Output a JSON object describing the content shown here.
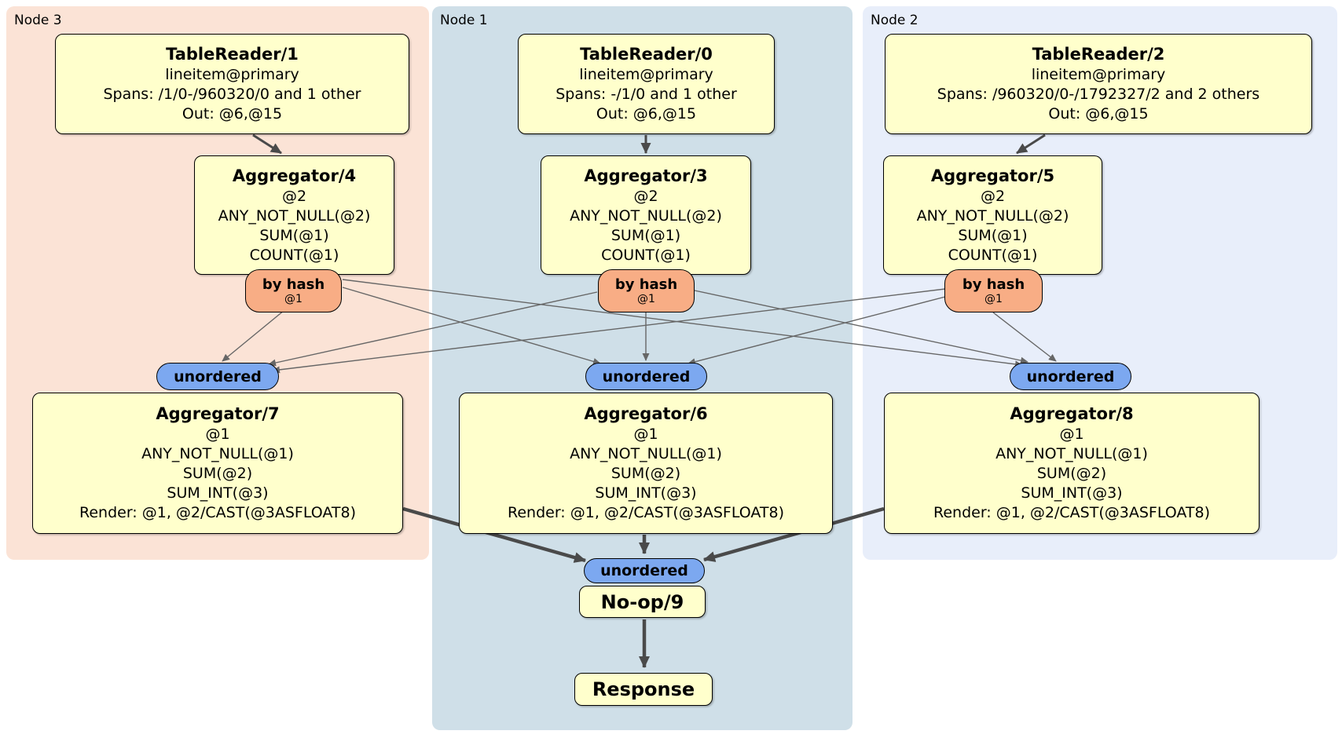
{
  "page": {
    "background": "#ffffff"
  },
  "colors": {
    "node3_bg": "#fbe3d6",
    "node1_bg": "#cfdfe8",
    "node2_bg": "#e8eefa",
    "processor_bg": "#ffffcc",
    "router_bg": "#f8ad85",
    "sync_bg": "#7ca8f0",
    "border": "#000000",
    "edge_thin": "#666666",
    "edge_thick": "#4a4a4a"
  },
  "regions": {
    "node3": {
      "label": "Node 3",
      "table_reader": {
        "title": "TableReader/1",
        "lines": [
          "lineitem@primary",
          "Spans: /1/0-/960320/0 and 1 other",
          "Out: @6,@15"
        ]
      },
      "aggregator_top": {
        "title": "Aggregator/4",
        "lines": [
          "@2",
          "ANY_NOT_NULL(@2)",
          "SUM(@1)",
          "COUNT(@1)"
        ]
      },
      "router": {
        "label": "by hash",
        "detail": "@1"
      },
      "sync": {
        "label": "unordered"
      },
      "aggregator_bottom": {
        "title": "Aggregator/7",
        "lines": [
          "@1",
          "ANY_NOT_NULL(@1)",
          "SUM(@2)",
          "SUM_INT(@3)",
          "Render: @1, @2/CAST(@3ASFLOAT8)"
        ]
      }
    },
    "node1": {
      "label": "Node 1",
      "table_reader": {
        "title": "TableReader/0",
        "lines": [
          "lineitem@primary",
          "Spans: -/1/0 and 1 other",
          "Out: @6,@15"
        ]
      },
      "aggregator_top": {
        "title": "Aggregator/3",
        "lines": [
          "@2",
          "ANY_NOT_NULL(@2)",
          "SUM(@1)",
          "COUNT(@1)"
        ]
      },
      "router": {
        "label": "by hash",
        "detail": "@1"
      },
      "sync": {
        "label": "unordered"
      },
      "aggregator_bottom": {
        "title": "Aggregator/6",
        "lines": [
          "@1",
          "ANY_NOT_NULL(@1)",
          "SUM(@2)",
          "SUM_INT(@3)",
          "Render: @1, @2/CAST(@3ASFLOAT8)"
        ]
      },
      "final_sync": {
        "label": "unordered"
      },
      "noop": {
        "title": "No-op/9"
      },
      "response": {
        "title": "Response"
      }
    },
    "node2": {
      "label": "Node 2",
      "table_reader": {
        "title": "TableReader/2",
        "lines": [
          "lineitem@primary",
          "Spans: /960320/0-/1792327/2 and 2 others",
          "Out: @6,@15"
        ]
      },
      "aggregator_top": {
        "title": "Aggregator/5",
        "lines": [
          "@2",
          "ANY_NOT_NULL(@2)",
          "SUM(@1)",
          "COUNT(@1)"
        ]
      },
      "router": {
        "label": "by hash",
        "detail": "@1"
      },
      "sync": {
        "label": "unordered"
      },
      "aggregator_bottom": {
        "title": "Aggregator/8",
        "lines": [
          "@1",
          "ANY_NOT_NULL(@1)",
          "SUM(@2)",
          "SUM_INT(@3)",
          "Render: @1, @2/CAST(@3ASFLOAT8)"
        ]
      }
    }
  },
  "edges": {
    "scan_to_aggregator": [
      "TableReader/1 → Aggregator/4",
      "TableReader/0 → Aggregator/3",
      "TableReader/2 → Aggregator/5"
    ],
    "hash_router_to_sync": [
      "by hash (Node 3) → unordered (Node 3)",
      "by hash (Node 3) → unordered (Node 1)",
      "by hash (Node 3) → unordered (Node 2)",
      "by hash (Node 1) → unordered (Node 3)",
      "by hash (Node 1) → unordered (Node 1)",
      "by hash (Node 1) → unordered (Node 2)",
      "by hash (Node 2) → unordered (Node 3)",
      "by hash (Node 2) → unordered (Node 1)",
      "by hash (Node 2) → unordered (Node 2)"
    ],
    "aggregator_to_final_sync": [
      "Aggregator/7 → unordered (No-op/9)",
      "Aggregator/6 → unordered (No-op/9)",
      "Aggregator/8 → unordered (No-op/9)"
    ],
    "noop_to_response": [
      "No-op/9 → Response"
    ]
  }
}
